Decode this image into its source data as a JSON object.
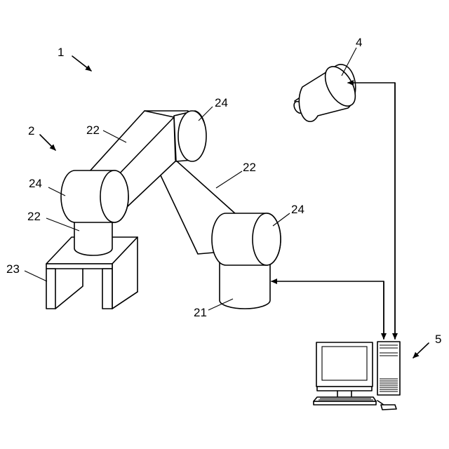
{
  "labels": {
    "system": "1",
    "robot": "2",
    "camera": "4",
    "computer": "5",
    "base": "21",
    "arm_link_upper_left": "22",
    "arm_link_upper_right": "22",
    "arm_link_lower": "22",
    "pedestal": "23",
    "joint_left": "24",
    "joint_top": "24",
    "joint_right": "24"
  }
}
